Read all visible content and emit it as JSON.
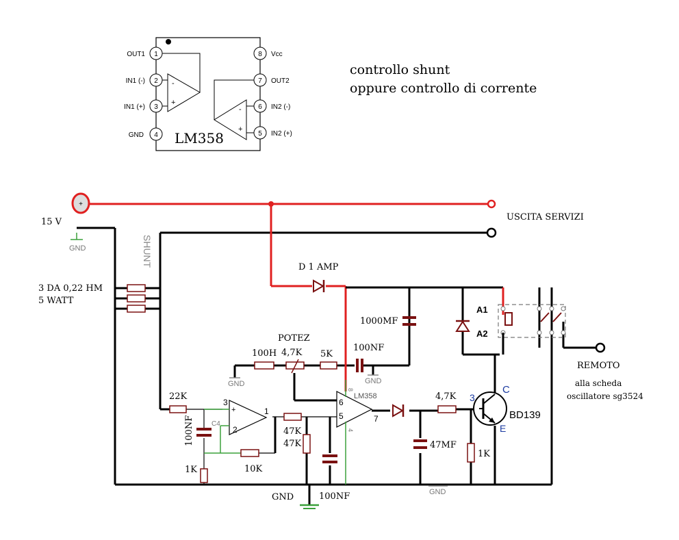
{
  "pinout": {
    "chip": "LM358",
    "pins": {
      "p1": "1",
      "p2": "2",
      "p3": "3",
      "p4": "4",
      "p5": "5",
      "p6": "6",
      "p7": "7",
      "p8": "8"
    },
    "pin_labels": {
      "out1": "OUT1",
      "in1_neg": "IN1 (-)",
      "in1_pos": "IN1 (+)",
      "gnd": "GND",
      "vcc": "Vcc",
      "out2": "OUT2",
      "in2_neg": "IN2 (-)",
      "in2_pos": "IN2 (+)"
    },
    "minus": "-",
    "plus": "+"
  },
  "notes": {
    "line1": "controllo shunt",
    "line2": "oppure controllo di corrente"
  },
  "labels": {
    "v15": "15 V",
    "gnd": "GND",
    "shunt": "SHUNT",
    "shunt_spec1": "3 DA 0,22 HM",
    "shunt_spec2": "5 WATT",
    "uscita": "USCITA SERVIZI",
    "diode": "D 1 AMP",
    "cap1000": "1000MF",
    "a1": "A1",
    "a2": "A2",
    "potez": "POTEZ",
    "r100h": "100H",
    "pot47": "4,7K",
    "r5k": "5K",
    "c100nf": "100NF",
    "remoto": "REMOTO",
    "remoto2": "alla scheda",
    "remoto3": "oscillatore sg3524",
    "lm358": "LM358",
    "pin8": "8",
    "pin4": "4",
    "pin6": "6",
    "pin5": "5",
    "pin7": "7",
    "pin1": "1",
    "pin2": "2",
    "pin3": "3",
    "r47k_b": "4,7K",
    "tr_c": "C",
    "tr_b": "3",
    "tr_e": "E",
    "bd139": "BD139",
    "r22k": "22K",
    "c4": "C4",
    "c100nf_left": "100NF",
    "r1k_left": "1K",
    "r10k": "10K",
    "r47k_1": "47K",
    "r47k_2": "47K",
    "c47mf": "47MF",
    "r1k_right": "1K",
    "gnd_bottom": "GND",
    "c100nf_bottom": "100NF",
    "gnd_mid": "GND",
    "gnd_right": "GND"
  }
}
